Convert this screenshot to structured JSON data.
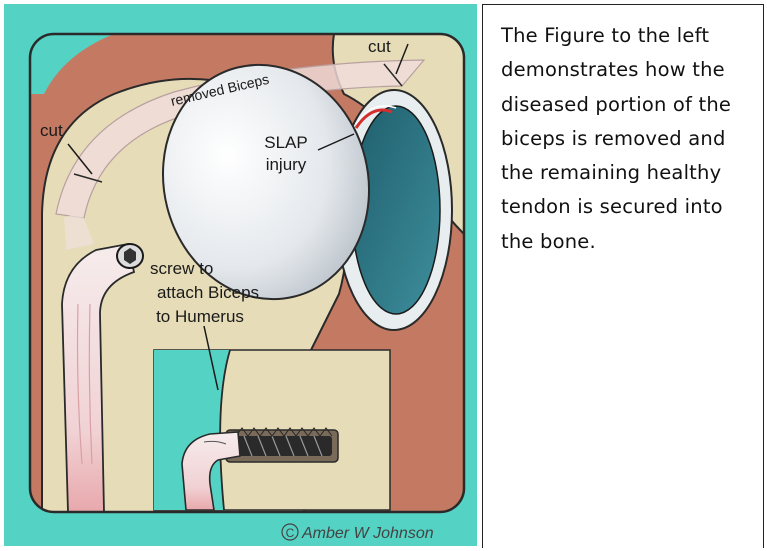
{
  "figure": {
    "labels": {
      "cut_top": "cut",
      "cut_left": "cut",
      "removed_biceps": "removed Biceps",
      "slap_line1": "SLAP",
      "slap_line2": "injury",
      "screw_line1": "screw to",
      "screw_line2": "attach Biceps",
      "screw_line3": "to Humerus",
      "copyright": "Amber W Johnson"
    },
    "copyright_symbol": "C",
    "colors": {
      "frame": "#54d2c4",
      "background_tissue": "#c47a62",
      "bone": "#e6dcb8",
      "humeral_head": "#eaeef0",
      "glenoid": "#2a7282",
      "tendon": "#f3dede",
      "tendon_tip": "#e8a4a8",
      "labrum_injury": "#d32f2f"
    }
  },
  "caption": {
    "text": "The Figure to the left demonstrates how the diseased portion of the biceps is removed and the remaining healthy tendon is secured into the bone."
  }
}
